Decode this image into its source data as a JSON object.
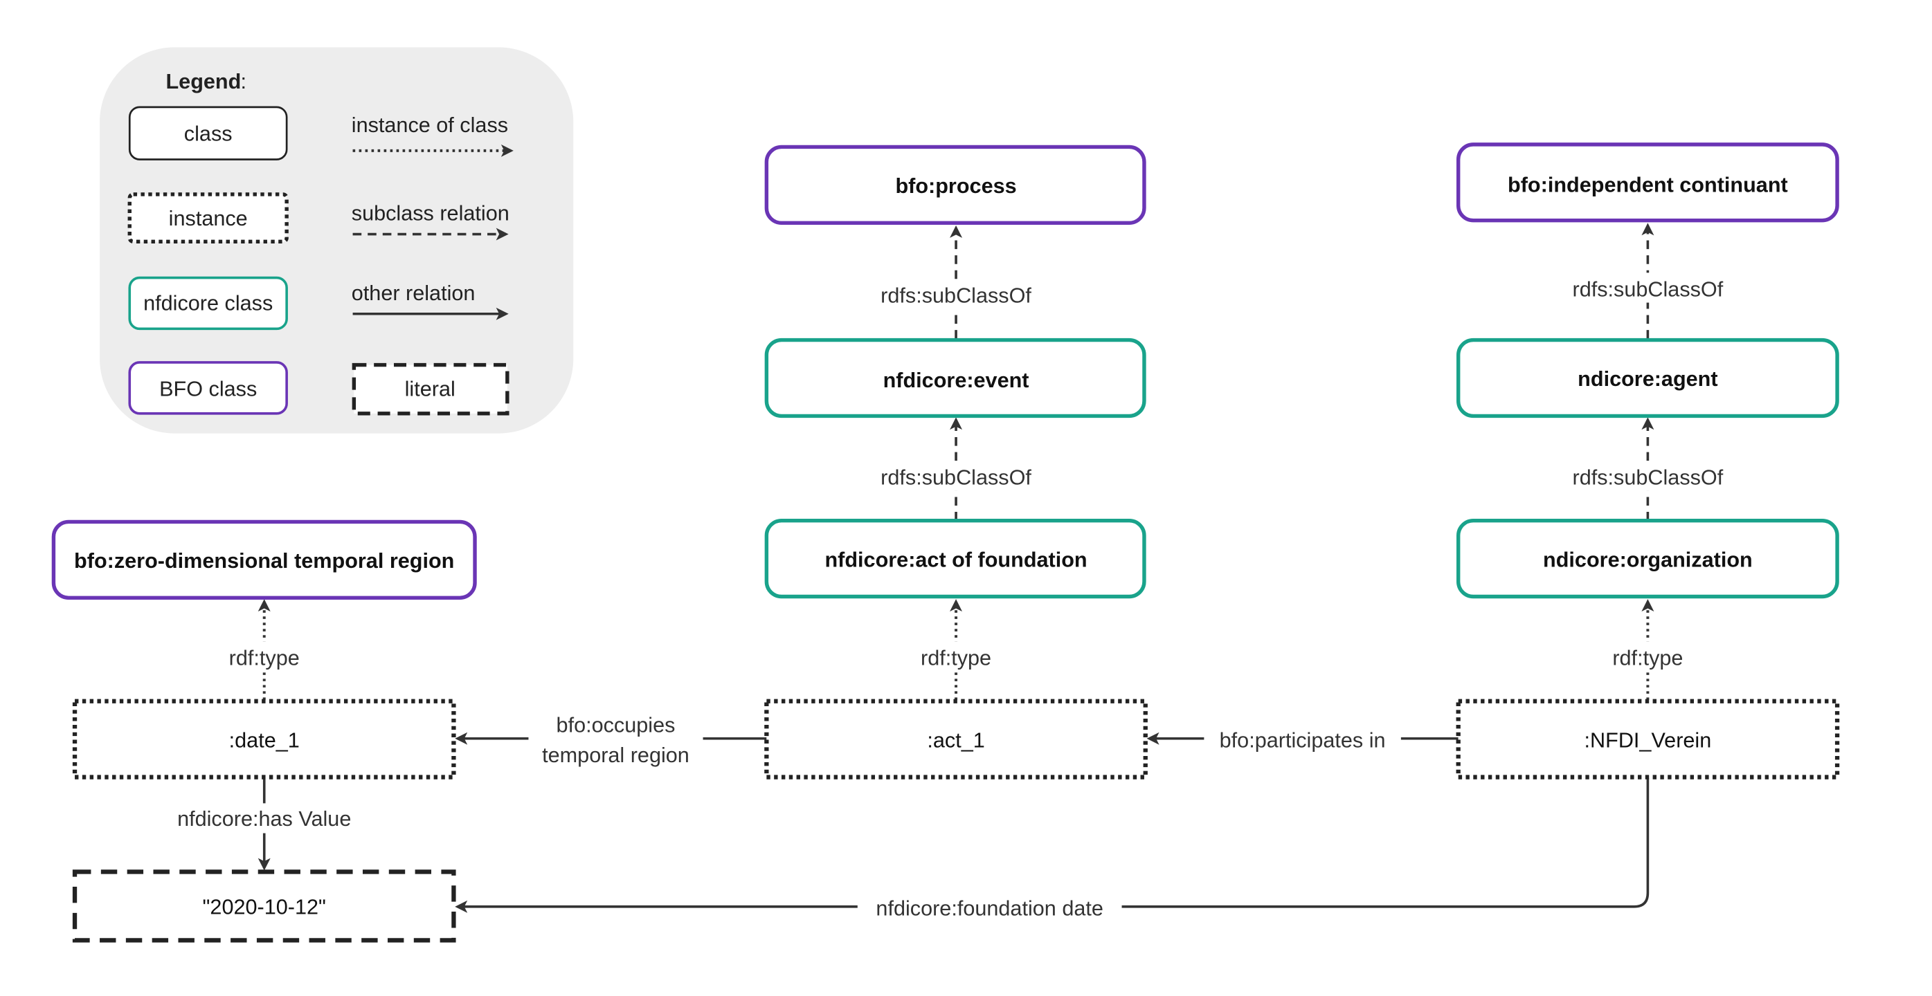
{
  "colors": {
    "bfo": "#6a35b5",
    "nfdicore": "#19a38b",
    "dark": "#333333",
    "legend_bg": "#ededed"
  },
  "legend": {
    "title": "Legend",
    "title_suffix": ":",
    "class": "class",
    "instance": "instance",
    "nfdicore_class": "nfdicore class",
    "bfo_class": "BFO class",
    "instance_of_class": "instance of class",
    "subclass_relation": "subclass relation",
    "other_relation": "other relation",
    "literal": "literal"
  },
  "nodes": {
    "bfo_process": "bfo:process",
    "bfo_independent_continuant": "bfo:independent continuant",
    "nfdicore_event": "nfdicore:event",
    "ndicore_agent": "ndicore:agent",
    "bfo_zero_dim_temporal_region": "bfo:zero-dimensional temporal region",
    "nfdicore_act_of_foundation": "nfdicore:act of foundation",
    "ndicore_organization": "ndicore:organization",
    "date_1": ":date_1",
    "act_1": ":act_1",
    "nfdi_verein": ":NFDI_Verein",
    "literal_date": "\"2020-10-12\""
  },
  "edges": {
    "subclassof_1": "rdfs:subClassOf",
    "subclassof_2": "rdfs:subClassOf",
    "subclassof_3": "rdfs:subClassOf",
    "subclassof_4": "rdfs:subClassOf",
    "rdftype_1": "rdf:type",
    "rdftype_2": "rdf:type",
    "rdftype_3": "rdf:type",
    "occupies_line1": "bfo:occupies",
    "occupies_line2": "temporal region",
    "participates_in": "bfo:participates in",
    "has_value": "nfdicore:has Value",
    "foundation_date": "nfdicore:foundation date"
  }
}
